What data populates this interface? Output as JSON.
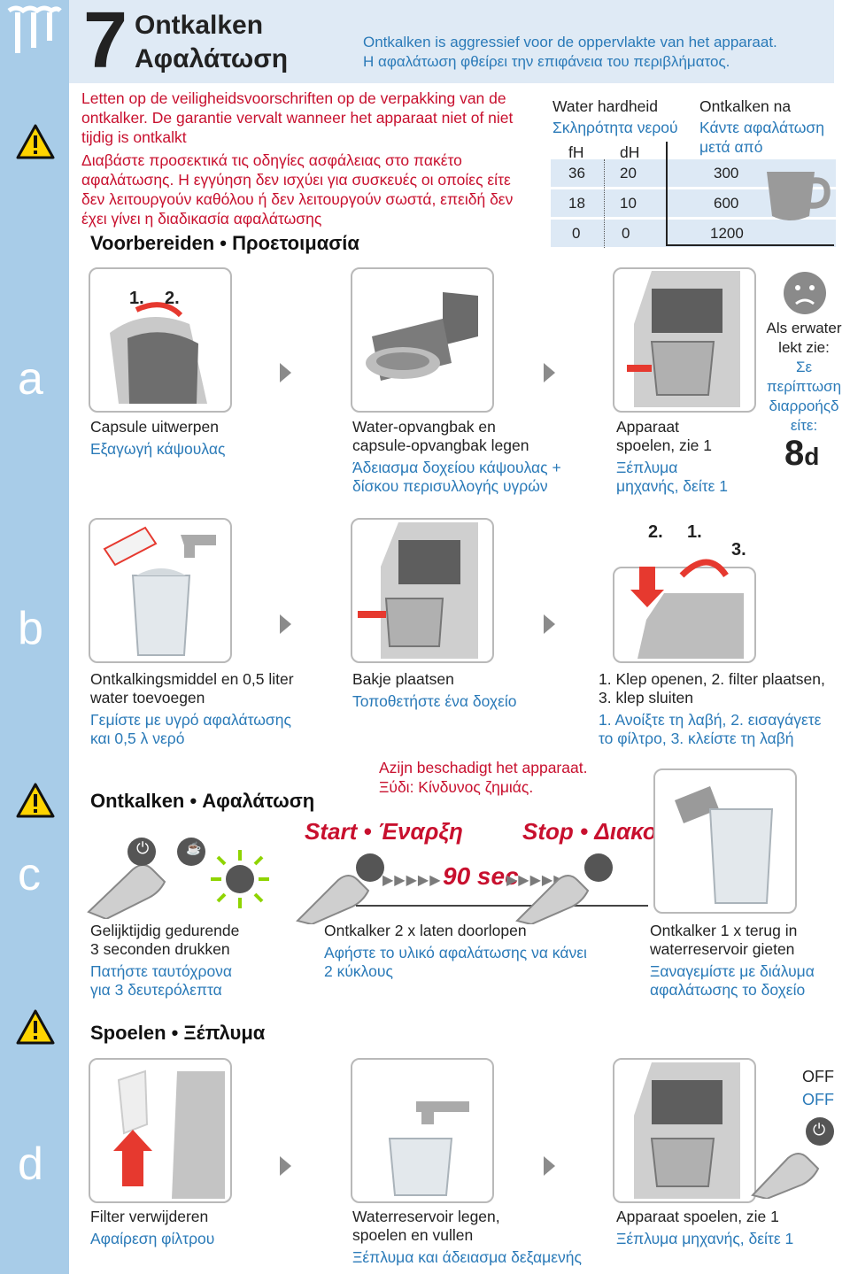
{
  "header": {
    "step_number": "7",
    "title_nl": "Ontkalken",
    "title_el": "Αφαλάτωση",
    "note_nl": "Ontkalken is aggressief voor de oppervlakte van het apparaat.",
    "note_el": "Η αφαλάτωση φθείρει την επιφάνεια του περιβλήματος."
  },
  "warning": {
    "line1": "Letten op de veiligheidsvoorschriften op de verpakking van de",
    "line2": "ontkalker. De garantie vervalt wanneer het apparaat niet of niet",
    "line3": "tijdig is ontkalkt",
    "line4": "Διαβάστε προσεκτικά τις οδηγίες ασφάλειας στο πακέτο",
    "line5": "αφαλάτωσης. Η εγγύηση δεν ισχύει για συσκευές οι οποίες είτε",
    "line6": "δεν λειτουργούν καθόλου ή δεν λειτουργούν σωστά, επειδή δεν",
    "line7": "έχει γίνει η διαδικασία αφαλάτωσης"
  },
  "table": {
    "col1_nl": "Water hardheid",
    "col1_el": "Σκληρότητα νερού",
    "col2_nl": "Ontkalken na",
    "col2_el_1": "Κάντε αφαλάτωση",
    "col2_el_2": "μετά από",
    "h_fh": "fH",
    "h_dh": "dH",
    "rows": [
      {
        "fh": "36",
        "dh": "20",
        "cups": "300"
      },
      {
        "fh": "18",
        "dh": "10",
        "cups": "600"
      },
      {
        "fh": "0",
        "dh": "0",
        "cups": "1200"
      }
    ]
  },
  "sections": {
    "prep": "Voorbereiden • Προετοιμασία",
    "descale": "Ontkalken • Αφαλάτωση",
    "rinse": "Spoelen • Ξέπλυμα"
  },
  "rows": {
    "a": {
      "letter": "a",
      "step_labels": [
        "1.",
        "2."
      ],
      "c1_nl": "Capsule uitwerpen",
      "c1_el": "Εξαγωγή κάψουλας",
      "c2_nl_1": "Water-opvangbak en",
      "c2_nl_2": "capsule-opvangbak legen",
      "c2_el_1": "Άδειασμα δοχείου κάψουλας +",
      "c2_el_2": "δίσκου περισυλλογής υγρών",
      "c3_nl_1": "Apparaat",
      "c3_nl_2": "spoelen, zie 1",
      "c3_el_1": "Ξέπλυμα",
      "c3_el_2": "μηχανής, δείτε 1",
      "side_nl_1": "Als erwater",
      "side_nl_2": "lekt zie:",
      "side_el_1": "Σε",
      "side_el_2": "περίπτωση",
      "side_el_3": "διαρροήςδ",
      "side_el_4": "είτε:",
      "ref_num": "8",
      "ref_letter": "d"
    },
    "b": {
      "letter": "b",
      "step_labels": [
        "2.",
        "1.",
        "3."
      ],
      "c1_nl_1": "Ontkalkingsmiddel en 0,5 liter",
      "c1_nl_2": "water toevoegen",
      "c1_el_1": "Γεμίστε με υγρό αφαλάτωσης",
      "c1_el_2": "και 0,5 λ νερό",
      "c2_nl": "Bakje plaatsen",
      "c2_el": "Τοποθετήστε ένα δοχείο",
      "c3_nl_1": "1. Klep openen, 2. filter plaatsen,",
      "c3_nl_2": "3. klep sluiten",
      "c3_el_1": "1. Ανοίξτε τη λαβή, 2. εισαγάγετε",
      "c3_el_2": "το φίλτρο, 3. κλείστε τη λαβή"
    },
    "c": {
      "letter": "c",
      "warn_nl": "Azijn beschadigt het apparaat.",
      "warn_el": "Ξύδι: Κίνδυνος ζημιάς.",
      "start": "Start • Έναρξη",
      "stop": "Stop • Διακοπή",
      "duration": "90 sec",
      "c1_nl_1": "Gelijktijdig gedurende",
      "c1_nl_2": "3 seconden drukken",
      "c1_el_1": "Πατήστε ταυτόχρονα",
      "c1_el_2": "για 3 δευτερόλεπτα",
      "c2_nl": "Ontkalker 2 x laten doorlopen",
      "c2_el_1": "Αφήστε το υλικό αφαλάτωσης να κάνει",
      "c2_el_2": "2 κύκλους",
      "c3_nl_1": "Ontkalker 1 x terug in",
      "c3_nl_2": "waterreservoir gieten",
      "c3_el_1": "Ξαναγεμίστε με διάλυμα",
      "c3_el_2": "αφαλάτωσης το δοχείο"
    },
    "d": {
      "letter": "d",
      "off_nl": "OFF",
      "off_el": "OFF",
      "c1_nl": "Filter verwijderen",
      "c1_el": "Αφαίρεση φίλτρου",
      "c2_nl_1": "Waterreservoir legen,",
      "c2_nl_2": "spoelen en vullen",
      "c2_el": "Ξέπλυμα και άδειασμα δεξαμενής",
      "c3_nl": "Apparaat spoelen, zie 1",
      "c3_el": "Ξέπλυμα μηχανής, δείτε 1"
    }
  }
}
